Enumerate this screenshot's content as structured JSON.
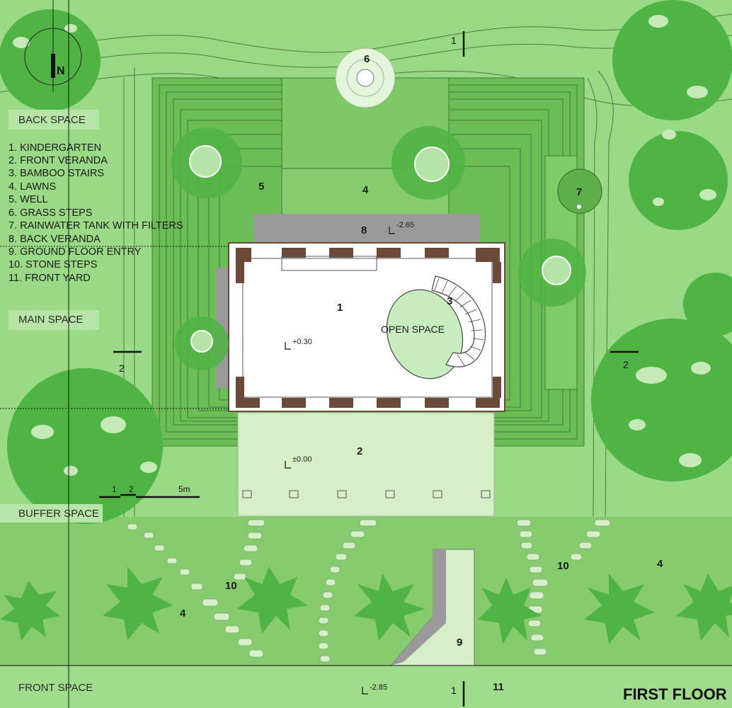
{
  "compass": {
    "label": "N"
  },
  "zones": {
    "back": "BACK SPACE",
    "main": "MAIN SPACE",
    "buffer": "BUFFER SPACE",
    "front": "FRONT SPACE"
  },
  "legend": [
    "1. KINDERGARTEN",
    "2. FRONT VERANDA",
    "3. BAMBOO STAIRS",
    "4. LAWNS",
    "5. WELL",
    "6. GRASS STEPS",
    "7. RAINWATER TANK WITH FILTERS",
    "8. BACK VERANDA",
    "9. GROUND FLOOR ENTRY",
    "10. STONE STEPS",
    "11. FRONT YARD"
  ],
  "numbers": {
    "n1": "1",
    "n2": "2",
    "n3": "3",
    "n4a": "4",
    "n4b": "4",
    "n4c": "4",
    "n5": "5",
    "n6": "6",
    "n7": "7",
    "n8": "8",
    "n9": "9",
    "n10a": "10",
    "n10b": "10",
    "n11": "11"
  },
  "levels": {
    "back_veranda": "-2.65",
    "interior": "+0.30",
    "front_veranda": "±0.00",
    "front_yard": "-2.85"
  },
  "section_marks": {
    "s1": "1",
    "s2": "2"
  },
  "open_space": "OPEN SPACE",
  "scale": {
    "a": "1",
    "b": "2",
    "c": "5m"
  },
  "title": "FIRST FLOOR",
  "colors": {
    "lawn": "#8fd47a",
    "lawn_dark": "#6cbd56",
    "tree": "#4fb443",
    "building_wall": "#6b4a3a",
    "veranda_stone": "#9a9a9a",
    "terrace": "#5fae4c"
  }
}
